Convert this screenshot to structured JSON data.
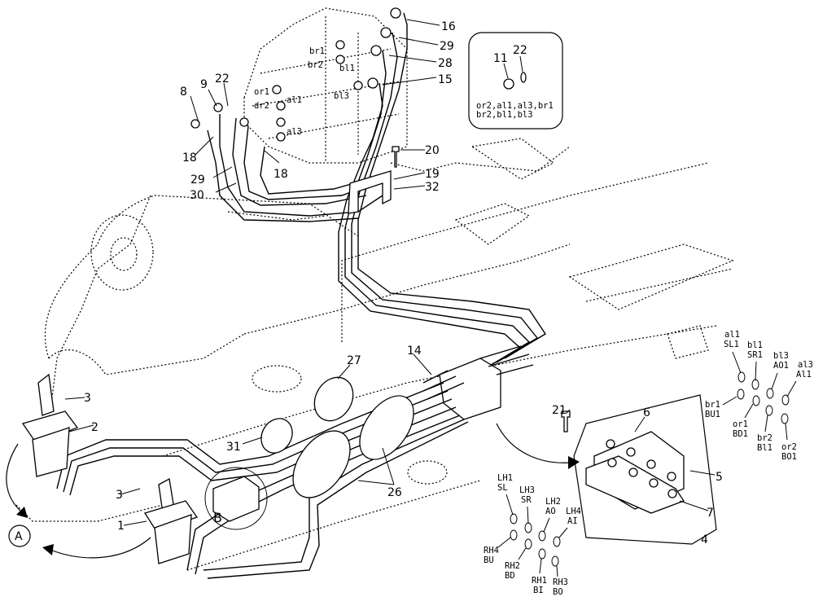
{
  "diagram": {
    "callouts": [
      "16",
      "29",
      "28",
      "15",
      "8",
      "9",
      "22",
      "18",
      "29",
      "30",
      "18",
      "20",
      "19",
      "32",
      "14",
      "27",
      "3",
      "2",
      "31",
      "26",
      "21",
      "6",
      "5",
      "7",
      "4",
      "3",
      "1"
    ],
    "view_labels": {
      "A": "A",
      "B": "B"
    },
    "inset": {
      "callouts": [
        "11",
        "22"
      ],
      "ports_line1": "or2,al1,al3,br1",
      "ports_line2": "br2,bl1,bl3"
    },
    "valve_ports": [
      "br1",
      "br2",
      "bl1",
      "or1",
      "dr2",
      "al1",
      "bl3",
      "al3"
    ],
    "right_ports": [
      {
        "top": "al1",
        "bottom": "SL1"
      },
      {
        "top": "bl1",
        "bottom": "SR1"
      },
      {
        "top": "bl3",
        "bottom": "AO1"
      },
      {
        "top": "al3",
        "bottom": "Al1"
      },
      {
        "top": "br1",
        "bottom": "BU1"
      },
      {
        "top": "or1",
        "bottom": "BD1"
      },
      {
        "top": "br2",
        "bottom": "Bl1"
      },
      {
        "top": "or2",
        "bottom": "BO1"
      }
    ],
    "lower_ports": [
      {
        "top": "LH1",
        "bottom": "SL"
      },
      {
        "top": "LH3",
        "bottom": "SR"
      },
      {
        "top": "LH2",
        "bottom": "AO"
      },
      {
        "top": "LH4",
        "bottom": "AI"
      },
      {
        "top": "RH4",
        "bottom": "BU"
      },
      {
        "top": "RH2",
        "bottom": "BD"
      },
      {
        "top": "RH1",
        "bottom": "BI"
      },
      {
        "top": "RH3",
        "bottom": "BO"
      }
    ]
  }
}
